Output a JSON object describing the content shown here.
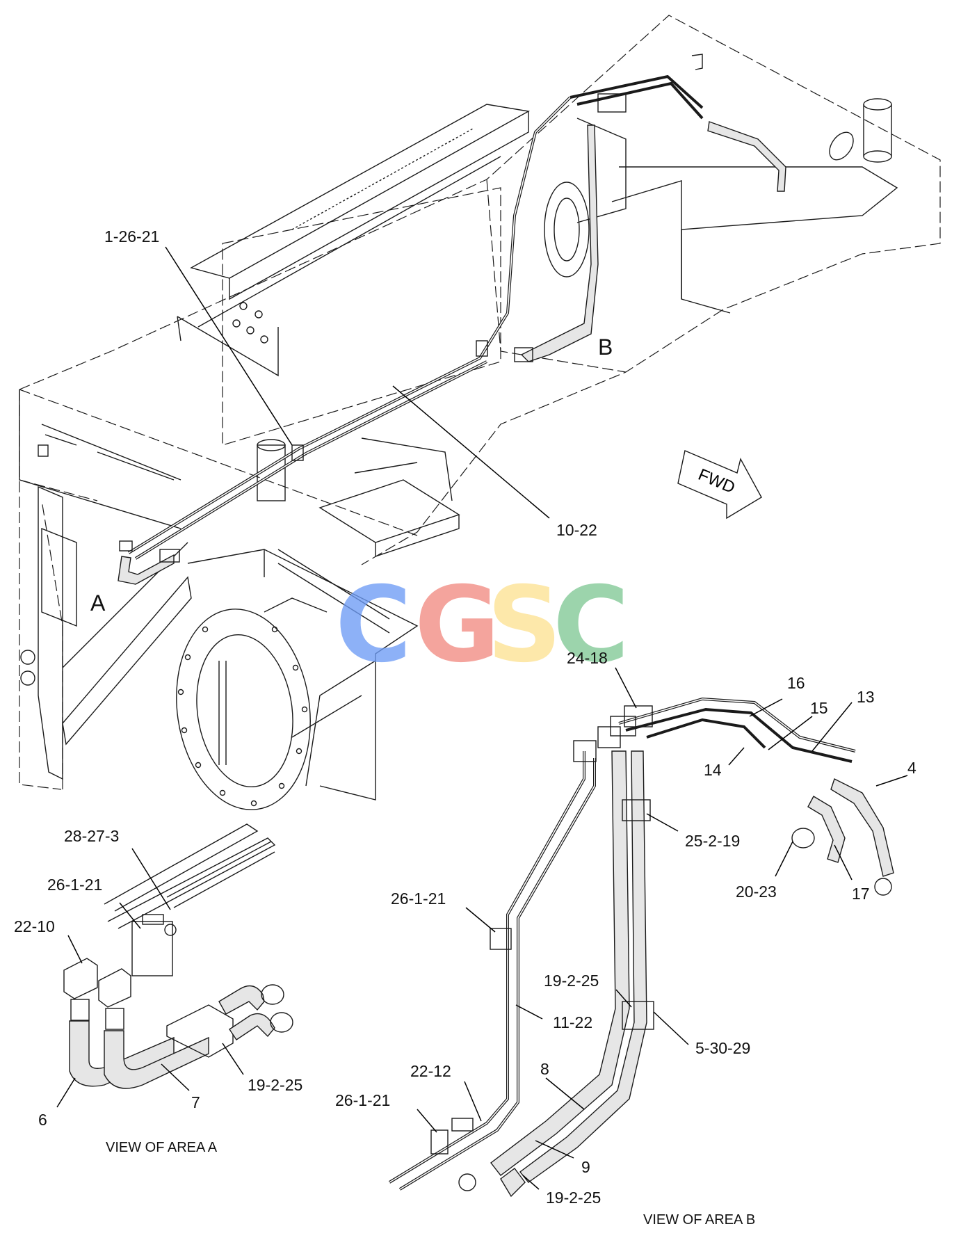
{
  "watermark": {
    "letters": [
      {
        "char": "C",
        "color": "#6e9cf5"
      },
      {
        "char": "G",
        "color": "#f28b82"
      },
      {
        "char": "S",
        "color": "#fde293"
      },
      {
        "char": "C",
        "color": "#81c995"
      }
    ]
  },
  "areas": {
    "a": "A",
    "b": "B"
  },
  "fwd_label": "FWD",
  "view_titles": {
    "a": "VIEW OF AREA A",
    "b": "VIEW OF AREA B"
  },
  "callouts": {
    "c1": "1-26-21",
    "c2": "10-22",
    "c3": "24-18",
    "c4": "16",
    "c5": "15",
    "c6": "13",
    "c7": "14",
    "c8": "4",
    "c9": "25-2-19",
    "c10": "20-23",
    "c11": "17",
    "c12": "26-1-21",
    "c13": "19-2-25",
    "c14": "11-22",
    "c15": "5-30-29",
    "c16": "22-12",
    "c17": "8",
    "c18": "26-1-21",
    "c19": "9",
    "c20": "19-2-25",
    "c21": "28-27-3",
    "c22": "26-1-21",
    "c23": "22-10",
    "c24": "19-2-25",
    "c25": "7",
    "c26": "6"
  }
}
